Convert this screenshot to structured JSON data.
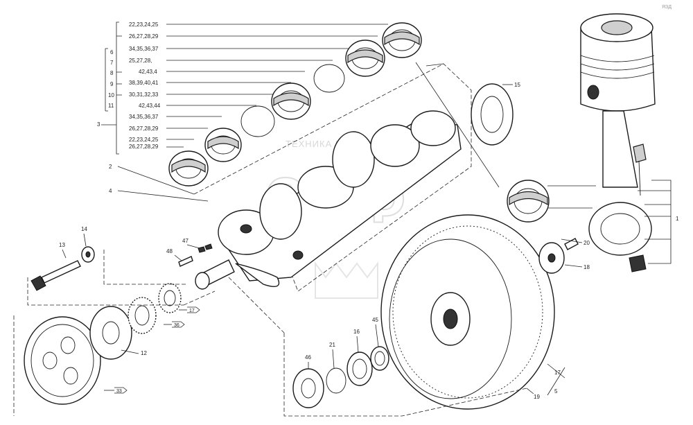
{
  "watermark": {
    "text": "ТЕХНИКА И ЗАПЧАСТИ",
    "logo": "ЗПФ"
  },
  "corner_mark": "ЯЗД",
  "ring_labels": [
    "22,23,24,25",
    "26,27,28,29",
    "34,35,36,37",
    "25,27,28,",
    "42,43,4",
    "38,39,40,41",
    "30,31,32,33",
    "42,43,44",
    "34,35,36,37",
    "26,27,28,29",
    "22,23,24,25",
    "26,27,28,29"
  ],
  "bracket_numbers": [
    "6",
    "7",
    "8",
    "9",
    "10",
    "11"
  ],
  "part_numbers": {
    "p3": "3",
    "p2": "2",
    "p4": "4",
    "p15": "15",
    "p14": "14",
    "p13": "13",
    "p47": "47",
    "p48": "48",
    "p12": "12",
    "p21": "21",
    "p16": "16",
    "p45": "45",
    "p46": "46",
    "p20": "20",
    "p18": "18",
    "p17": "17",
    "p19": "19",
    "p5": "5",
    "p1": "1"
  },
  "boxed_callouts": {
    "c17": "17",
    "c36": "36",
    "c33": "33"
  }
}
